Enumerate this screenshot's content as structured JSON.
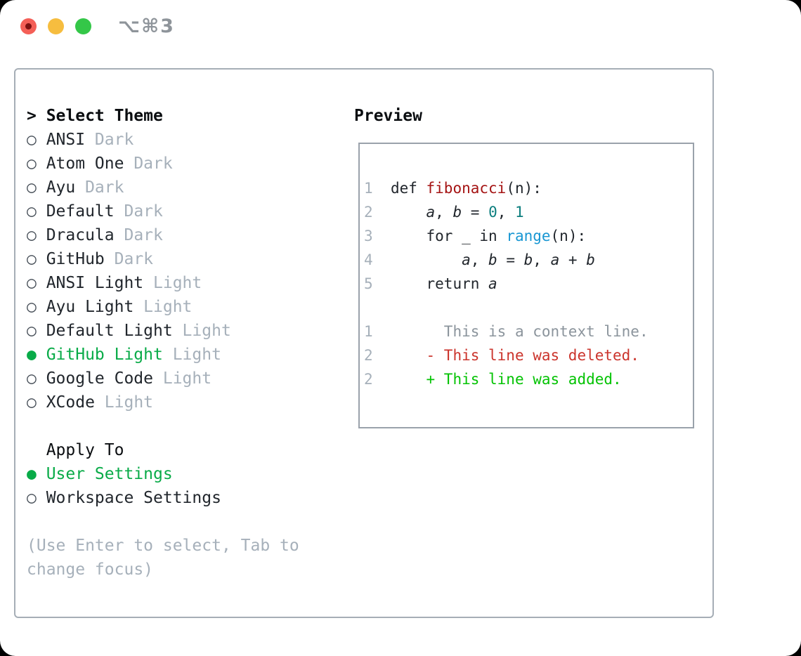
{
  "window": {
    "title": "⌥⌘3",
    "traffic_lights": [
      {
        "name": "close",
        "color": "#f45f57"
      },
      {
        "name": "minimize",
        "color": "#f6bd3f"
      },
      {
        "name": "zoom",
        "color": "#34c748"
      }
    ]
  },
  "markers": {
    "prompt": ">",
    "unselected": "○",
    "selected": "●"
  },
  "theme_panel": {
    "select_header": "Select Theme",
    "themes": [
      {
        "name": "ANSI",
        "variant": "Dark",
        "selected": false
      },
      {
        "name": "Atom One",
        "variant": "Dark",
        "selected": false
      },
      {
        "name": "Ayu",
        "variant": "Dark",
        "selected": false
      },
      {
        "name": "Default",
        "variant": "Dark",
        "selected": false
      },
      {
        "name": "Dracula",
        "variant": "Dark",
        "selected": false
      },
      {
        "name": "GitHub",
        "variant": "Dark",
        "selected": false
      },
      {
        "name": "ANSI Light",
        "variant": "Light",
        "selected": false
      },
      {
        "name": "Ayu Light",
        "variant": "Light",
        "selected": false
      },
      {
        "name": "Default Light",
        "variant": "Light",
        "selected": false
      },
      {
        "name": "GitHub Light",
        "variant": "Light",
        "selected": true
      },
      {
        "name": "Google Code",
        "variant": "Light",
        "selected": false
      },
      {
        "name": "XCode",
        "variant": "Light",
        "selected": false
      }
    ],
    "apply_to": {
      "label": "Apply To",
      "options": [
        {
          "name": "User Settings",
          "selected": true
        },
        {
          "name": "Workspace Settings",
          "selected": false
        }
      ]
    },
    "help": [
      "(Use Enter to select, Tab to",
      "change focus)"
    ]
  },
  "preview": {
    "label": "Preview",
    "code_lines": [
      {
        "num": "1",
        "tokens": [
          {
            "t": "def ",
            "c": "text"
          },
          {
            "t": "fibonacci",
            "c": "func"
          },
          {
            "t": "(n):",
            "c": "text"
          }
        ]
      },
      {
        "num": "2",
        "tokens": [
          {
            "t": "    ",
            "c": "text"
          },
          {
            "t": "a",
            "c": "var"
          },
          {
            "t": ", ",
            "c": "text"
          },
          {
            "t": "b",
            "c": "var"
          },
          {
            "t": " = ",
            "c": "text"
          },
          {
            "t": "0",
            "c": "num"
          },
          {
            "t": ", ",
            "c": "text"
          },
          {
            "t": "1",
            "c": "num"
          }
        ]
      },
      {
        "num": "3",
        "tokens": [
          {
            "t": "    for _ in ",
            "c": "text"
          },
          {
            "t": "range",
            "c": "builtin"
          },
          {
            "t": "(n):",
            "c": "text"
          }
        ]
      },
      {
        "num": "4",
        "tokens": [
          {
            "t": "        ",
            "c": "text"
          },
          {
            "t": "a",
            "c": "var"
          },
          {
            "t": ", ",
            "c": "text"
          },
          {
            "t": "b",
            "c": "var"
          },
          {
            "t": " = ",
            "c": "text"
          },
          {
            "t": "b",
            "c": "var"
          },
          {
            "t": ", ",
            "c": "text"
          },
          {
            "t": "a",
            "c": "var"
          },
          {
            "t": " + ",
            "c": "text"
          },
          {
            "t": "b",
            "c": "var"
          }
        ]
      },
      {
        "num": "5",
        "tokens": [
          {
            "t": "    return ",
            "c": "text"
          },
          {
            "t": "a",
            "c": "var"
          }
        ]
      }
    ],
    "diff_lines": [
      {
        "num": "1",
        "tokens": [
          {
            "t": "      This is a context line.",
            "c": "ctx"
          }
        ]
      },
      {
        "num": "2",
        "tokens": [
          {
            "t": "    ",
            "c": "text"
          },
          {
            "t": "- This line was deleted.",
            "c": "del"
          }
        ]
      },
      {
        "num": "2",
        "tokens": [
          {
            "t": "    ",
            "c": "text"
          },
          {
            "t": "+ This line was added.",
            "c": "add"
          }
        ]
      }
    ]
  },
  "colors": {
    "selection_green": "#09ab48",
    "diff_added_green": "#03c303",
    "diff_deleted_red": "#cb342c",
    "function_red": "#a51414",
    "number_teal": "#0c7e7e",
    "builtin_blue": "#1997d3",
    "muted_gray": "#a6b0ba"
  }
}
